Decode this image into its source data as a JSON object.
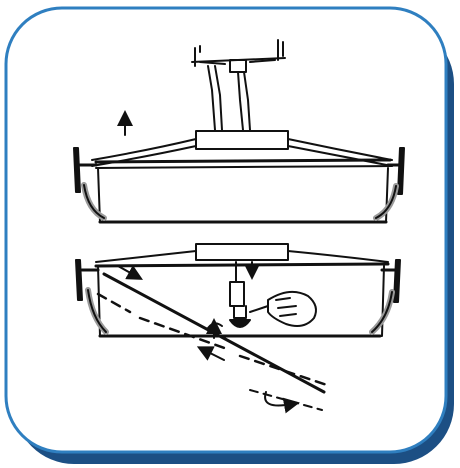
{
  "frame": {
    "border_color": "#2f7fc0",
    "shadow_color": "#1c4f84",
    "background": "#ffffff"
  },
  "diagram": {
    "line_color": "#111111",
    "handle_shading": "#9a9a9a",
    "parts": [
      "upper-assembly-lift-arrow",
      "upper-shaker-frame",
      "lower-shaker-frame",
      "mounting-bracket",
      "hand-adjusting-knob",
      "diagonal-rod",
      "curved-return-arrow"
    ]
  }
}
